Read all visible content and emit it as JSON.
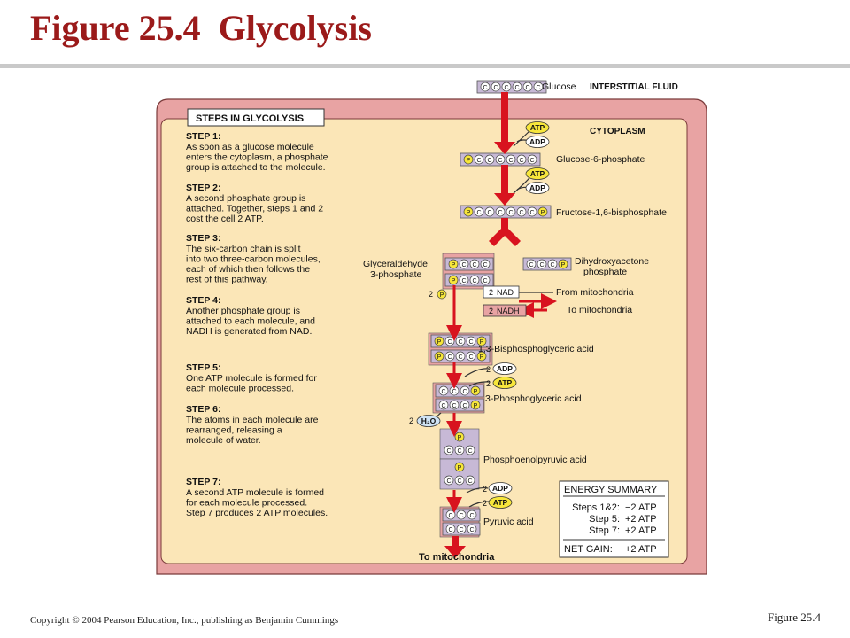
{
  "title": "Figure 25.4  Glycolysis",
  "footer": {
    "copyright": "Copyright © 2004 Pearson Education, Inc., publishing as Benjamin Cummings",
    "figure": "Figure 25.4"
  },
  "colors": {
    "title": "#9b1a1a",
    "membrane": "#e8a3a3",
    "cytoplasm": "#fbe6b7",
    "arrow": "#d8131f",
    "molecule": "#c7b9d6",
    "atp": "#f7e63b",
    "adp": "#ffffff"
  },
  "header": {
    "interstitial": "INTERSTITIAL FLUID",
    "cytoplasm": "CYTOPLASM",
    "steps_box": "STEPS IN GLYCOLYSIS"
  },
  "steps": [
    {
      "head": "STEP 1:",
      "lines": [
        "As soon as a glucose molecule",
        "enters the cytoplasm, a phosphate",
        "group is attached to the molecule."
      ]
    },
    {
      "head": "STEP 2:",
      "lines": [
        "A second phosphate group is",
        "attached. Together, steps 1 and 2",
        "cost the cell 2 ATP."
      ]
    },
    {
      "head": "STEP 3:",
      "lines": [
        "The six-carbon chain is split",
        "into two three-carbon molecules,",
        "each of which then follows the",
        "rest of this pathway."
      ]
    },
    {
      "head": "STEP 4:",
      "lines": [
        "Another phosphate group is",
        "attached to each molecule, and",
        "NADH is generated from NAD."
      ]
    },
    {
      "head": "STEP 5:",
      "lines": [
        "One ATP molecule is formed for",
        "each molecule processed."
      ]
    },
    {
      "head": "STEP 6:",
      "lines": [
        "The atoms in each molecule are",
        "rearranged, releasing a",
        "molecule of water."
      ]
    },
    {
      "head": "STEP 7:",
      "lines": [
        "A  second ATP molecule is formed",
        "for each molecule processed.",
        "Step 7 produces 2 ATP molecules."
      ]
    }
  ],
  "molecules": {
    "glucose": "Glucose",
    "g6p": "Glucose-6-phosphate",
    "f16bp": "Fructose-1,6-bisphosphate",
    "gap": [
      "Glyceraldehyde",
      "3-phosphate"
    ],
    "dhap": [
      "Dihydroxyacetone",
      "phosphate"
    ],
    "bpg": "1,3-Bisphosphoglyceric acid",
    "pga3": "3-Phosphoglyceric acid",
    "pep": "Phosphoenolpyruvic acid",
    "pyruvate": "Pyruvic acid",
    "to_mito": "To mitochondria"
  },
  "cofactors": {
    "atp": "ATP",
    "adp": "ADP",
    "nad": "NAD",
    "nadh": "NADH",
    "water": "H₂O",
    "phosphate": "P",
    "carbon": "C",
    "two": "2",
    "from_mito": "From mitochondria",
    "to_mito": "To mitochondria"
  },
  "energy_summary": {
    "title": "ENERGY SUMMARY",
    "rows": [
      {
        "label": "Steps 1&2:",
        "value": "−2 ATP"
      },
      {
        "label": "Step 5:",
        "value": "+2 ATP"
      },
      {
        "label": "Step 7:",
        "value": "+2 ATP"
      }
    ],
    "net_label": "NET GAIN:",
    "net_value": "+2 ATP"
  }
}
